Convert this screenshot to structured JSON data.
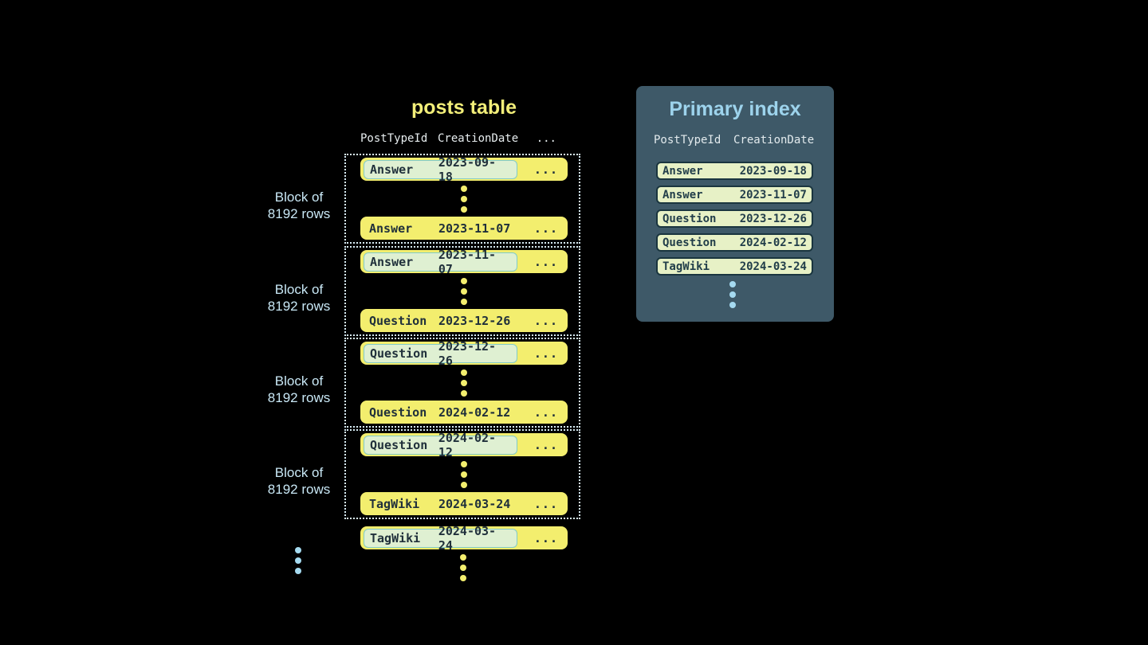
{
  "posts_table": {
    "title": "posts table",
    "headers": {
      "col1": "PostTypeId",
      "col2": "CreationDate",
      "col3": "..."
    },
    "block_label": {
      "line1": "Block of",
      "line2": "8192 rows"
    },
    "row_ellipsis": "...",
    "blocks": [
      {
        "first": {
          "type": "Answer",
          "date": "2023-09-18"
        },
        "last": {
          "type": "Answer",
          "date": "2023-11-07"
        }
      },
      {
        "first": {
          "type": "Answer",
          "date": "2023-11-07"
        },
        "last": {
          "type": "Question",
          "date": "2023-12-26"
        }
      },
      {
        "first": {
          "type": "Question",
          "date": "2023-12-26"
        },
        "last": {
          "type": "Question",
          "date": "2024-02-12"
        }
      },
      {
        "first": {
          "type": "Question",
          "date": "2024-02-12"
        },
        "last": {
          "type": "TagWiki",
          "date": "2024-03-24"
        }
      }
    ],
    "tail_row": {
      "type": "TagWiki",
      "date": "2024-03-24"
    }
  },
  "primary_index": {
    "title": "Primary index",
    "headers": {
      "col1": "PostTypeId",
      "col2": "CreationDate"
    },
    "rows": [
      {
        "type": "Answer",
        "date": "2023-09-18"
      },
      {
        "type": "Answer",
        "date": "2023-11-07"
      },
      {
        "type": "Question",
        "date": "2023-12-26"
      },
      {
        "type": "Question",
        "date": "2024-02-12"
      },
      {
        "type": "TagWiki",
        "date": "2024-03-24"
      }
    ]
  },
  "colors": {
    "background": "#000000",
    "row_yellow": "#f3ee6e",
    "row_text_dark": "#20303b",
    "highlight_green": "#dff0d2",
    "highlight_border_teal": "#82cbc7",
    "block_border": "#d9edf6",
    "label_blue": "#c9e8f6",
    "panel_background": "#3e5968",
    "panel_title_blue": "#9dd3ec",
    "index_row_green": "#e7f1c6",
    "index_row_border": "#1a353f",
    "dots_blue": "#a5daf0"
  }
}
